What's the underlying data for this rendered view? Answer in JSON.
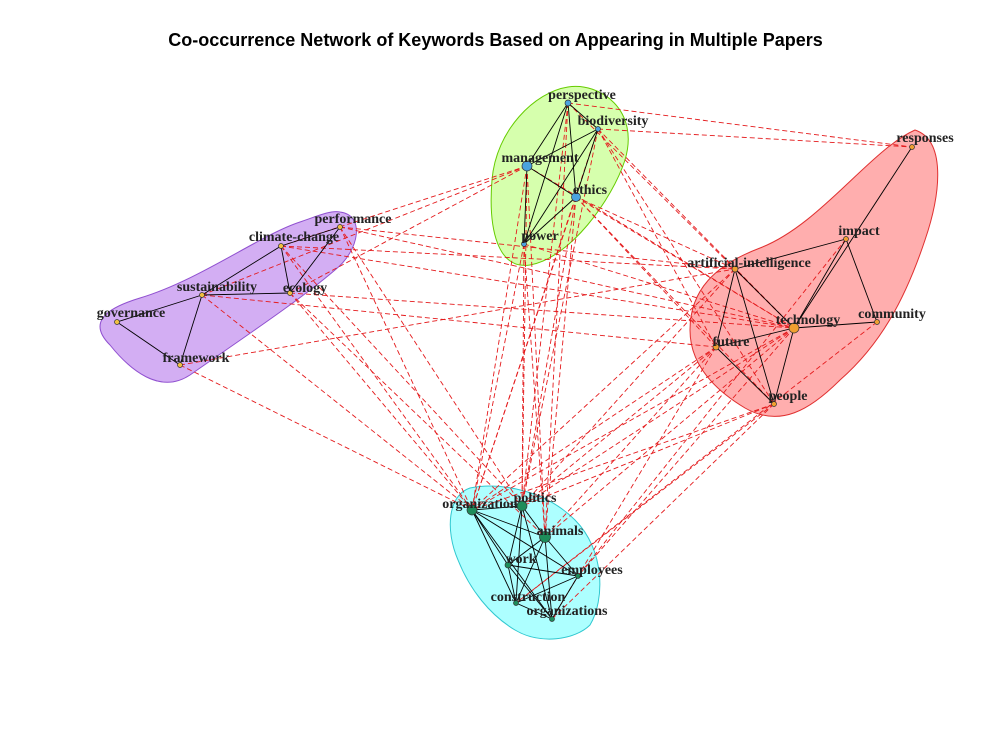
{
  "title": "Co-occurrence Network of Keywords Based on Appearing in Multiple Papers",
  "colors": {
    "between_cluster_edge": "#e41a1c",
    "within_cluster_edge": "#000000"
  },
  "clusters": [
    {
      "id": "green",
      "fill": "#ccff99",
      "stroke": "#66cc00",
      "node_color": "#4aa3df",
      "nodes": [
        "perspective",
        "biodiversity",
        "management",
        "ethics",
        "power"
      ]
    },
    {
      "id": "red",
      "fill": "#ff9a9a",
      "stroke": "#e03030",
      "node_color": "#f0a030",
      "nodes": [
        "responses",
        "impact",
        "artificial-intelligence",
        "technology",
        "community",
        "future",
        "people"
      ]
    },
    {
      "id": "purple",
      "fill": "#c89af0",
      "stroke": "#9050d0",
      "node_color": "#f0c040",
      "nodes": [
        "performance",
        "climate-change",
        "sustainability",
        "ecology",
        "governance",
        "framework"
      ]
    },
    {
      "id": "cyan",
      "fill": "#99ffff",
      "stroke": "#30c8d0",
      "node_color": "#1e8c5a",
      "nodes": [
        "organization",
        "politics",
        "animals",
        "work",
        "employees",
        "construction",
        "organizations"
      ]
    }
  ],
  "nodes": [
    {
      "id": "perspective",
      "label": "perspective"
    },
    {
      "id": "biodiversity",
      "label": "biodiversity"
    },
    {
      "id": "management",
      "label": "management"
    },
    {
      "id": "ethics",
      "label": "ethics"
    },
    {
      "id": "power",
      "label": "power"
    },
    {
      "id": "responses",
      "label": "responses"
    },
    {
      "id": "impact",
      "label": "impact"
    },
    {
      "id": "artificial-intelligence",
      "label": "artificial-intelligence"
    },
    {
      "id": "technology",
      "label": "technology"
    },
    {
      "id": "community",
      "label": "community"
    },
    {
      "id": "future",
      "label": "future"
    },
    {
      "id": "people",
      "label": "people"
    },
    {
      "id": "performance",
      "label": "performance"
    },
    {
      "id": "climate-change",
      "label": "climate-change"
    },
    {
      "id": "sustainability",
      "label": "sustainability"
    },
    {
      "id": "ecology",
      "label": "ecology"
    },
    {
      "id": "governance",
      "label": "governance"
    },
    {
      "id": "framework",
      "label": "framework"
    },
    {
      "id": "organization",
      "label": "organization"
    },
    {
      "id": "politics",
      "label": "politics"
    },
    {
      "id": "animals",
      "label": "animals"
    },
    {
      "id": "work",
      "label": "work"
    },
    {
      "id": "employees",
      "label": "employees"
    },
    {
      "id": "construction",
      "label": "construction"
    },
    {
      "id": "organizations",
      "label": "organizations"
    }
  ],
  "edges_within": [
    [
      "perspective",
      "biodiversity"
    ],
    [
      "perspective",
      "management"
    ],
    [
      "perspective",
      "ethics"
    ],
    [
      "perspective",
      "power"
    ],
    [
      "biodiversity",
      "management"
    ],
    [
      "biodiversity",
      "ethics"
    ],
    [
      "biodiversity",
      "power"
    ],
    [
      "management",
      "ethics"
    ],
    [
      "management",
      "power"
    ],
    [
      "ethics",
      "power"
    ],
    [
      "responses",
      "technology"
    ],
    [
      "impact",
      "artificial-intelligence"
    ],
    [
      "impact",
      "technology"
    ],
    [
      "impact",
      "community"
    ],
    [
      "artificial-intelligence",
      "technology"
    ],
    [
      "artificial-intelligence",
      "future"
    ],
    [
      "artificial-intelligence",
      "people"
    ],
    [
      "technology",
      "community"
    ],
    [
      "technology",
      "future"
    ],
    [
      "technology",
      "people"
    ],
    [
      "future",
      "people"
    ],
    [
      "performance",
      "climate-change"
    ],
    [
      "performance",
      "ecology"
    ],
    [
      "climate-change",
      "ecology"
    ],
    [
      "climate-change",
      "sustainability"
    ],
    [
      "sustainability",
      "ecology"
    ],
    [
      "sustainability",
      "governance"
    ],
    [
      "sustainability",
      "framework"
    ],
    [
      "governance",
      "framework"
    ],
    [
      "organization",
      "politics"
    ],
    [
      "organization",
      "animals"
    ],
    [
      "organization",
      "work"
    ],
    [
      "organization",
      "employees"
    ],
    [
      "organization",
      "construction"
    ],
    [
      "organization",
      "organizations"
    ],
    [
      "politics",
      "animals"
    ],
    [
      "politics",
      "work"
    ],
    [
      "politics",
      "construction"
    ],
    [
      "politics",
      "organizations"
    ],
    [
      "animals",
      "work"
    ],
    [
      "animals",
      "employees"
    ],
    [
      "animals",
      "construction"
    ],
    [
      "animals",
      "organizations"
    ],
    [
      "work",
      "employees"
    ],
    [
      "work",
      "construction"
    ],
    [
      "work",
      "organizations"
    ],
    [
      "employees",
      "construction"
    ],
    [
      "employees",
      "organizations"
    ],
    [
      "construction",
      "organizations"
    ]
  ],
  "edges_between": [
    [
      "perspective",
      "responses"
    ],
    [
      "perspective",
      "technology"
    ],
    [
      "biodiversity",
      "technology"
    ],
    [
      "biodiversity",
      "responses"
    ],
    [
      "management",
      "climate-change"
    ],
    [
      "management",
      "ecology"
    ],
    [
      "management",
      "organization"
    ],
    [
      "management",
      "politics"
    ],
    [
      "management",
      "animals"
    ],
    [
      "management",
      "technology"
    ],
    [
      "ethics",
      "artificial-intelligence"
    ],
    [
      "ethics",
      "technology"
    ],
    [
      "ethics",
      "future"
    ],
    [
      "ethics",
      "people"
    ],
    [
      "ethics",
      "organization"
    ],
    [
      "ethics",
      "politics"
    ],
    [
      "ethics",
      "animals"
    ],
    [
      "power",
      "organization"
    ],
    [
      "power",
      "politics"
    ],
    [
      "power",
      "animals"
    ],
    [
      "power",
      "technology"
    ],
    [
      "perspective",
      "politics"
    ],
    [
      "perspective",
      "animals"
    ],
    [
      "biodiversity",
      "organization"
    ],
    [
      "biodiversity",
      "politics"
    ],
    [
      "biodiversity",
      "people"
    ],
    [
      "biodiversity",
      "future"
    ],
    [
      "performance",
      "artificial-intelligence"
    ],
    [
      "performance",
      "technology"
    ],
    [
      "performance",
      "organization"
    ],
    [
      "performance",
      "politics"
    ],
    [
      "climate-change",
      "technology"
    ],
    [
      "climate-change",
      "organization"
    ],
    [
      "climate-change",
      "politics"
    ],
    [
      "climate-change",
      "artificial-intelligence"
    ],
    [
      "ecology",
      "organization"
    ],
    [
      "ecology",
      "animals"
    ],
    [
      "ecology",
      "technology"
    ],
    [
      "sustainability",
      "organization"
    ],
    [
      "sustainability",
      "management"
    ],
    [
      "sustainability",
      "future"
    ],
    [
      "framework",
      "organization"
    ],
    [
      "framework",
      "artificial-intelligence"
    ],
    [
      "artificial-intelligence",
      "organization"
    ],
    [
      "artificial-intelligence",
      "politics"
    ],
    [
      "technology",
      "organization"
    ],
    [
      "technology",
      "politics"
    ],
    [
      "technology",
      "animals"
    ],
    [
      "technology",
      "employees"
    ],
    [
      "future",
      "organization"
    ],
    [
      "future",
      "politics"
    ],
    [
      "future",
      "animals"
    ],
    [
      "people",
      "organization"
    ],
    [
      "people",
      "construction"
    ],
    [
      "people",
      "organizations"
    ],
    [
      "community",
      "construction"
    ],
    [
      "impact",
      "employees"
    ],
    [
      "future",
      "organizations"
    ],
    [
      "people",
      "politics"
    ]
  ]
}
